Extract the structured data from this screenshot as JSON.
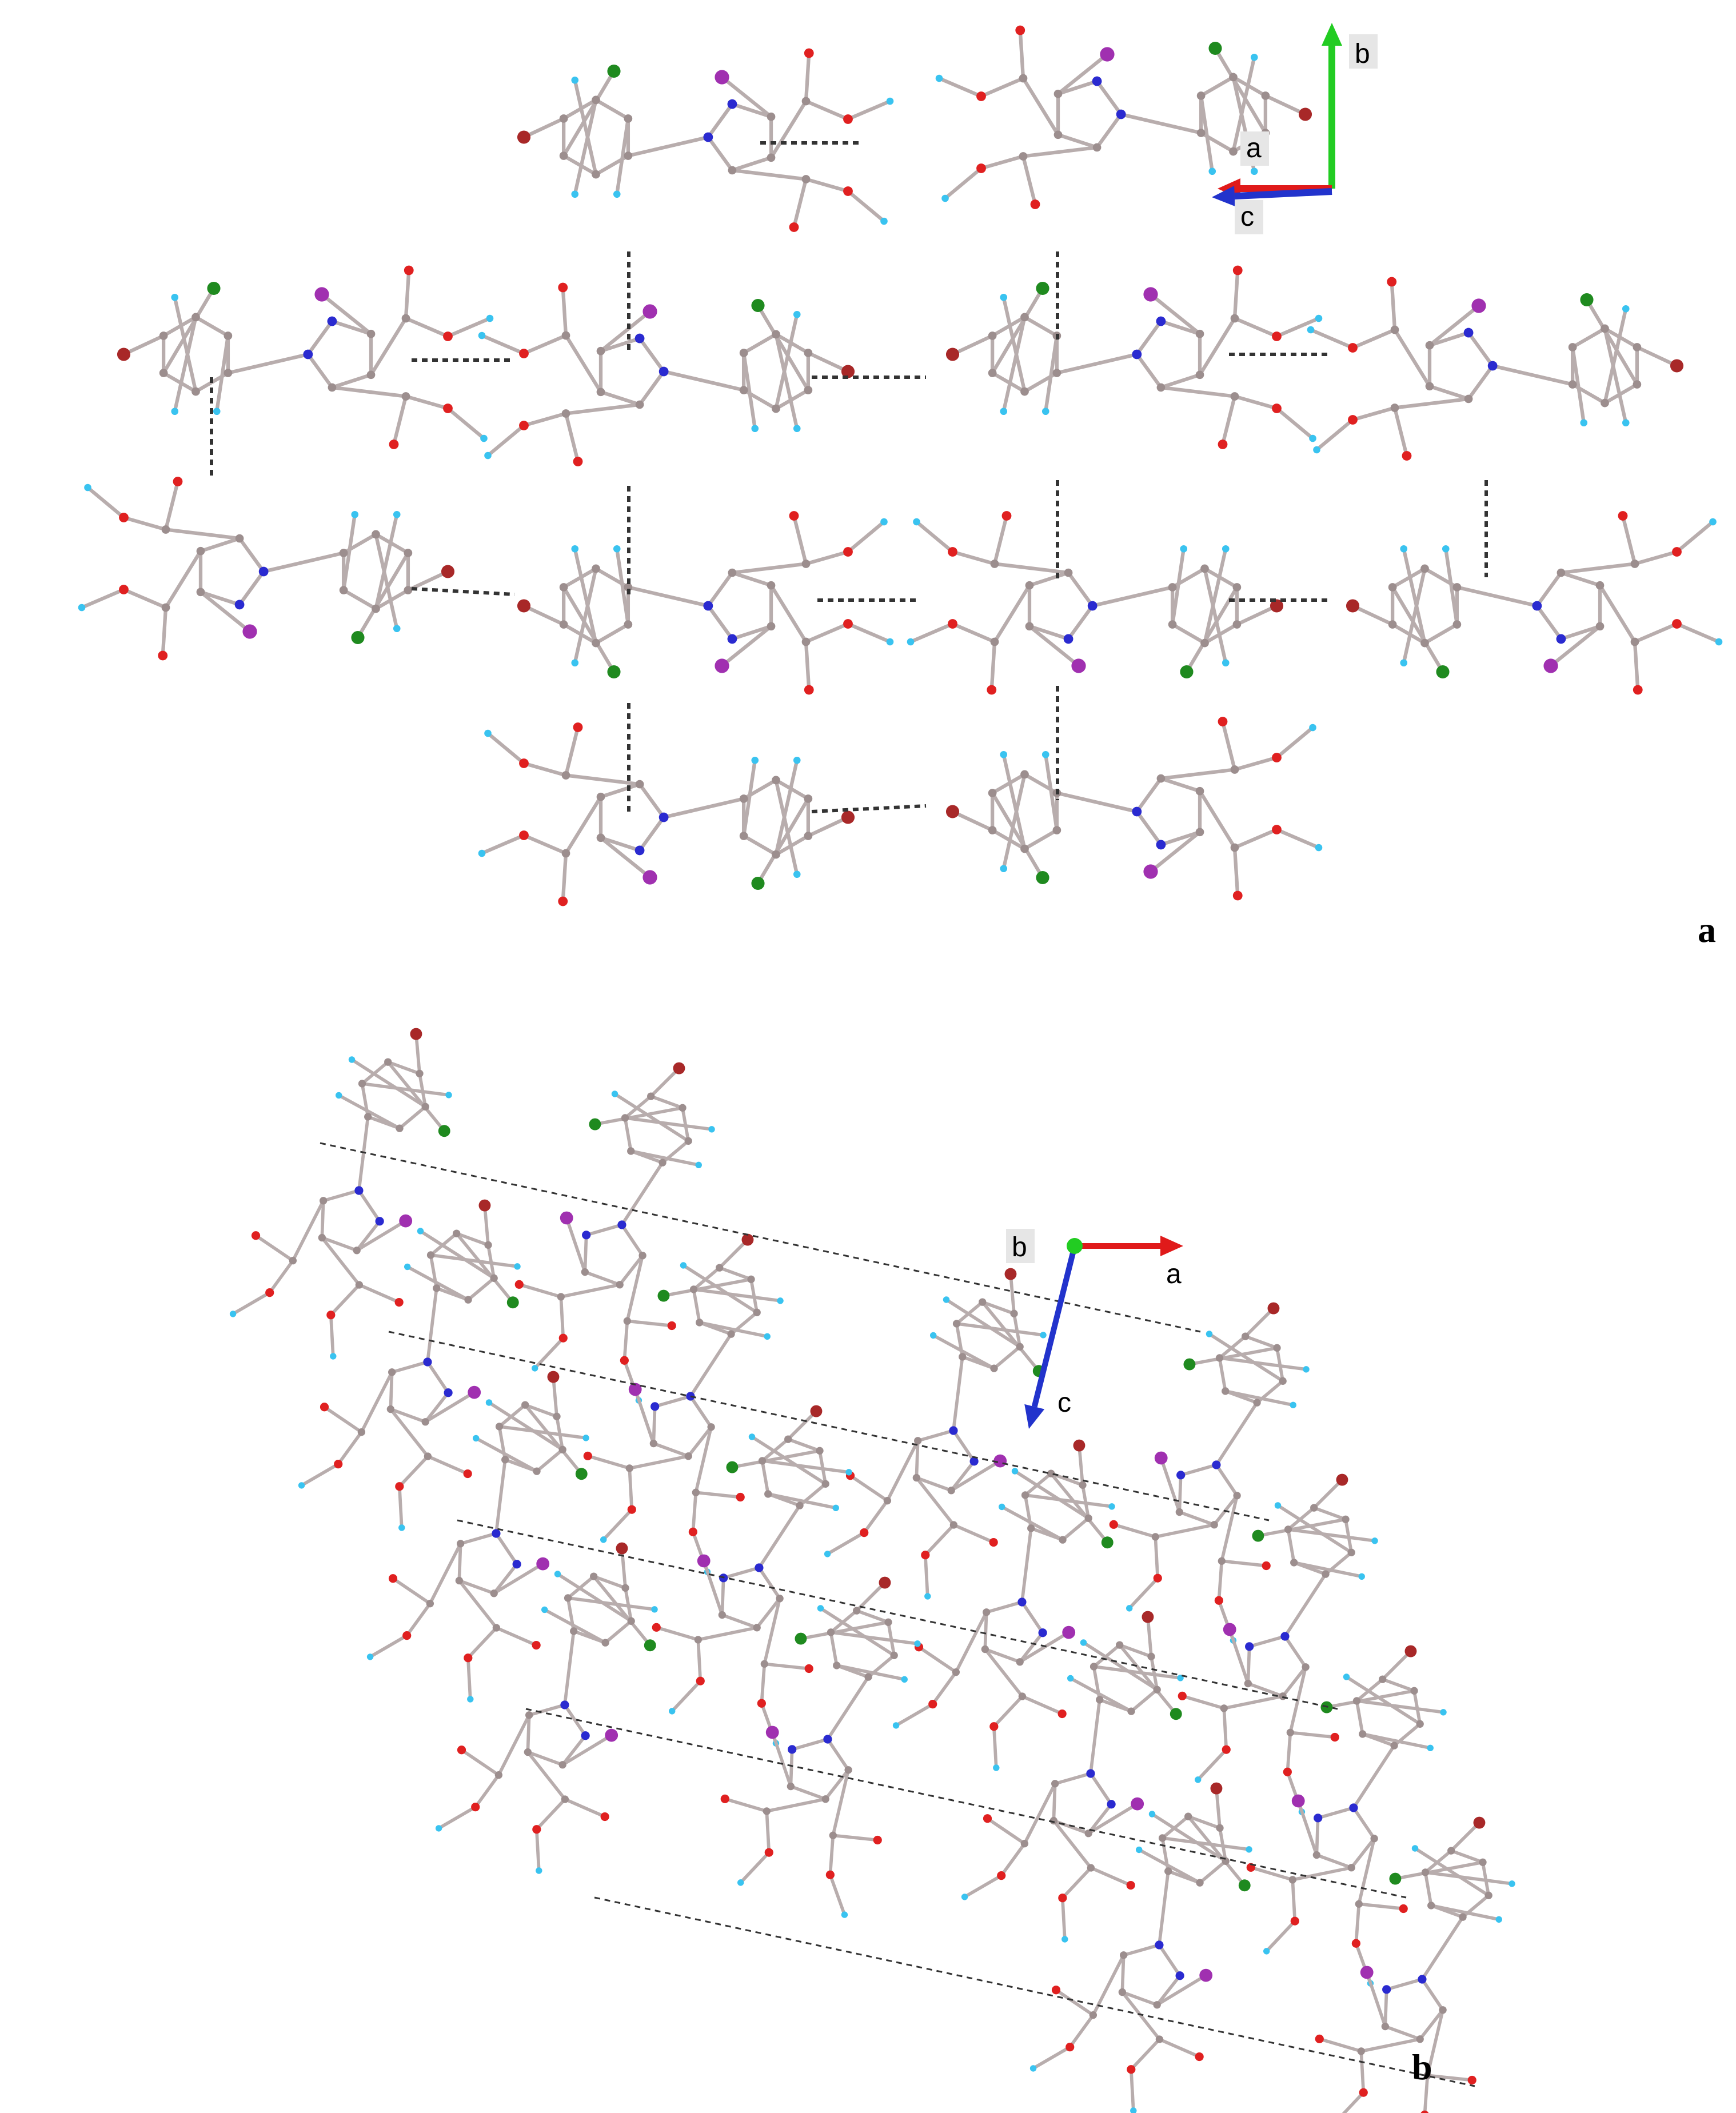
{
  "figure": {
    "panels": [
      {
        "id": "a",
        "letter": "a",
        "axes": {
          "b": "b",
          "a": "a",
          "c": "c"
        }
      },
      {
        "id": "b",
        "letter": "b",
        "axes": {
          "b": "b",
          "a": "a",
          "c": "c"
        }
      }
    ]
  },
  "colors": {
    "carbon": "#9c8e8e",
    "bond": "#b8adad",
    "oxygen": "#e02020",
    "nitrogen": "#2a2ad0",
    "hydrogen": "#39c3f0",
    "chlorine": "#1f8a1f",
    "bromine": "#a82828",
    "iodine": "#a030b0",
    "axis_a": "#e01a1a",
    "axis_b": "#22cc22",
    "axis_c": "#2233cc",
    "contact": "#333333"
  }
}
